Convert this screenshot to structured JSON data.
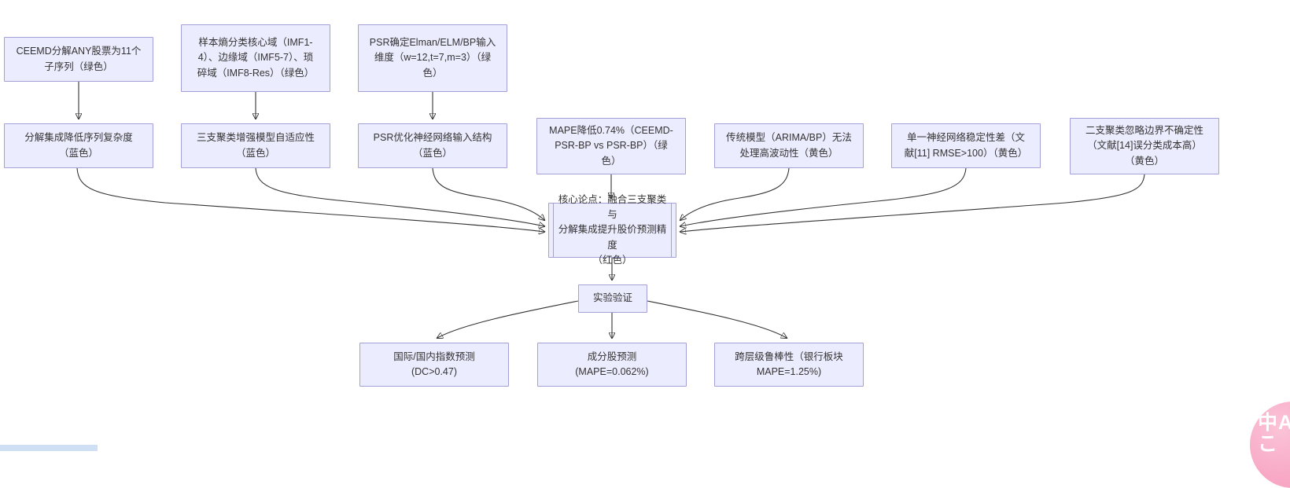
{
  "diagram": {
    "nodes": {
      "b1": {
        "label": "CEEMD分解ANY股票为11个\n子序列（绿色）"
      },
      "b2": {
        "label": "样本熵分类核心域（IMF1-\n4）、边缘域（IMF5-7）、琐\n碎域（IMF8-Res）（绿色）"
      },
      "b3": {
        "label": "PSR确定Elman/ELM/BP输入\n维度（w=12,t=7,m=3）（绿\n色）"
      },
      "b4": {
        "label": "分解集成降低序列复杂度\n（蓝色）"
      },
      "b5": {
        "label": "三支聚类增强模型自适应性\n（蓝色）"
      },
      "b6": {
        "label": "PSR优化神经网络输入结构\n（蓝色）"
      },
      "b7": {
        "label": "MAPE降低0.74%（CEEMD-\nPSR-BP vs PSR-BP）（绿\n色）"
      },
      "b8": {
        "label": "传统模型（ARIMA/BP）无法\n处理高波动性（黄色）"
      },
      "b9": {
        "label": "单一神经网络稳定性差（文\n献[11] RMSE>100）（黄色）"
      },
      "b10": {
        "label": "二支聚类忽略边界不确定性\n（文献[14]误分类成本高）\n（黄色）"
      },
      "center": {
        "label": "核心论点：融合三支聚类与\n分解集成提升股价预测精度\n（红色）"
      },
      "exp": {
        "label": "实验验证"
      },
      "c1": {
        "label": "国际/国内指数预测\n(DC>0.47)"
      },
      "c2": {
        "label": "成分股预测\n(MAPE=0.062%)"
      },
      "c3": {
        "label": "跨层级鲁棒性（银行板块\nMAPE=1.25%)"
      }
    },
    "colors": {
      "node_fill": "#ECECFF",
      "node_border": "#a39fd8",
      "edge": "#333333",
      "background": "#ffffff"
    }
  },
  "translate_button": {
    "glyphs": "中A\nこ",
    "color": "#f8a9c6"
  }
}
